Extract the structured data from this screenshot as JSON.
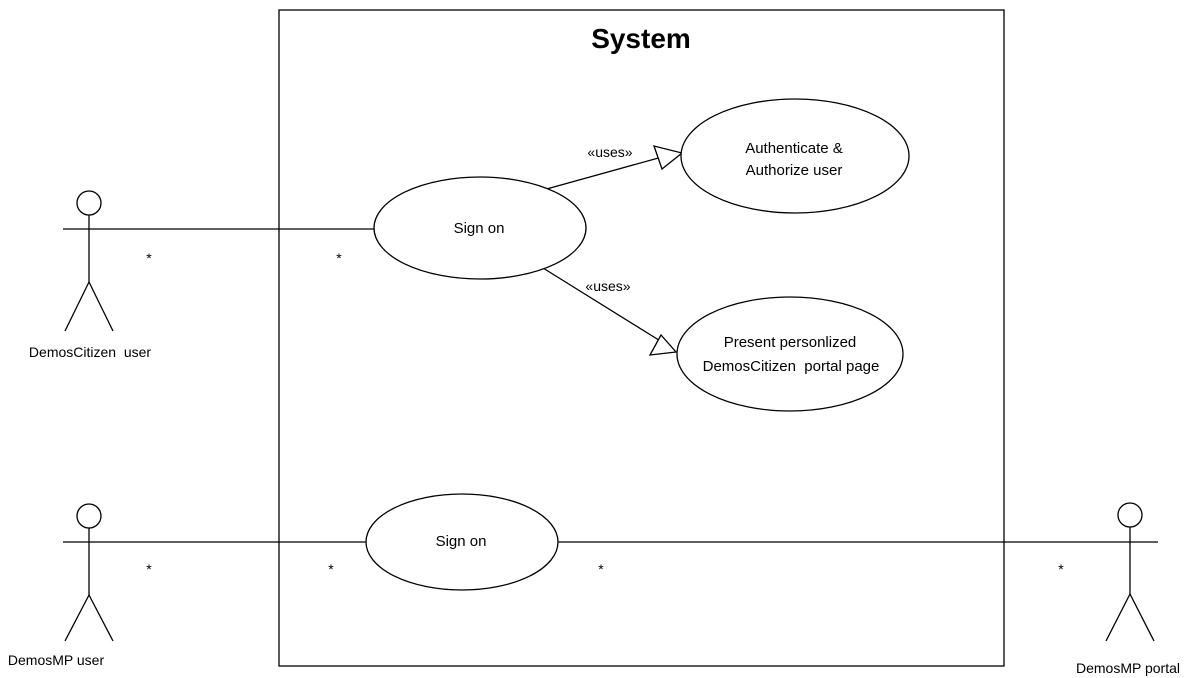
{
  "diagram": {
    "system": {
      "title": "System"
    },
    "actors": [
      {
        "name": "DemosCitizen  user"
      },
      {
        "name": "DemosMP user"
      },
      {
        "name": "DemosMP portal"
      }
    ],
    "use_cases": {
      "sign_on_citizen": [
        "Sign on"
      ],
      "authenticate": [
        "Authenticate &",
        "Authorize user"
      ],
      "present_page": [
        "Present personlized",
        "DemosCitizen  portal page"
      ],
      "sign_on_mp": [
        "Sign on"
      ]
    },
    "stereotypes": {
      "uses_1": "«uses»",
      "uses_2": "«uses»"
    },
    "multiplicities": {
      "citizen_actor_end": "*",
      "citizen_usecase_end": "*",
      "mp_actor_end": "*",
      "mp_usecase_end": "*",
      "portal_usecase_end": "*",
      "portal_actor_end": "*"
    }
  }
}
